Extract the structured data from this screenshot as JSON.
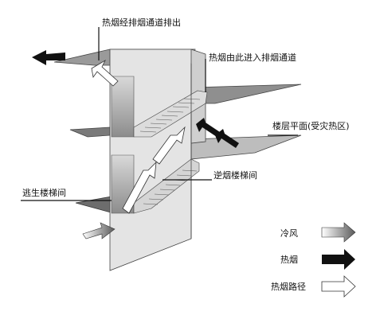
{
  "labels": {
    "exhaust_out": "热烟经排烟通道排出",
    "smoke_enters": "热烟由此进入排烟通道",
    "floor_plane": "楼层平面(受灾热区)",
    "reverse_stair": "逆烟楼梯间",
    "escape_stair": "逃生楼梯间"
  },
  "legend": [
    {
      "label": "冷风",
      "icon": "cold-air-arrow-icon"
    },
    {
      "label": "热烟",
      "icon": "hot-smoke-arrow-icon"
    },
    {
      "label": "热烟路径",
      "icon": "smoke-path-arrow-icon"
    }
  ]
}
